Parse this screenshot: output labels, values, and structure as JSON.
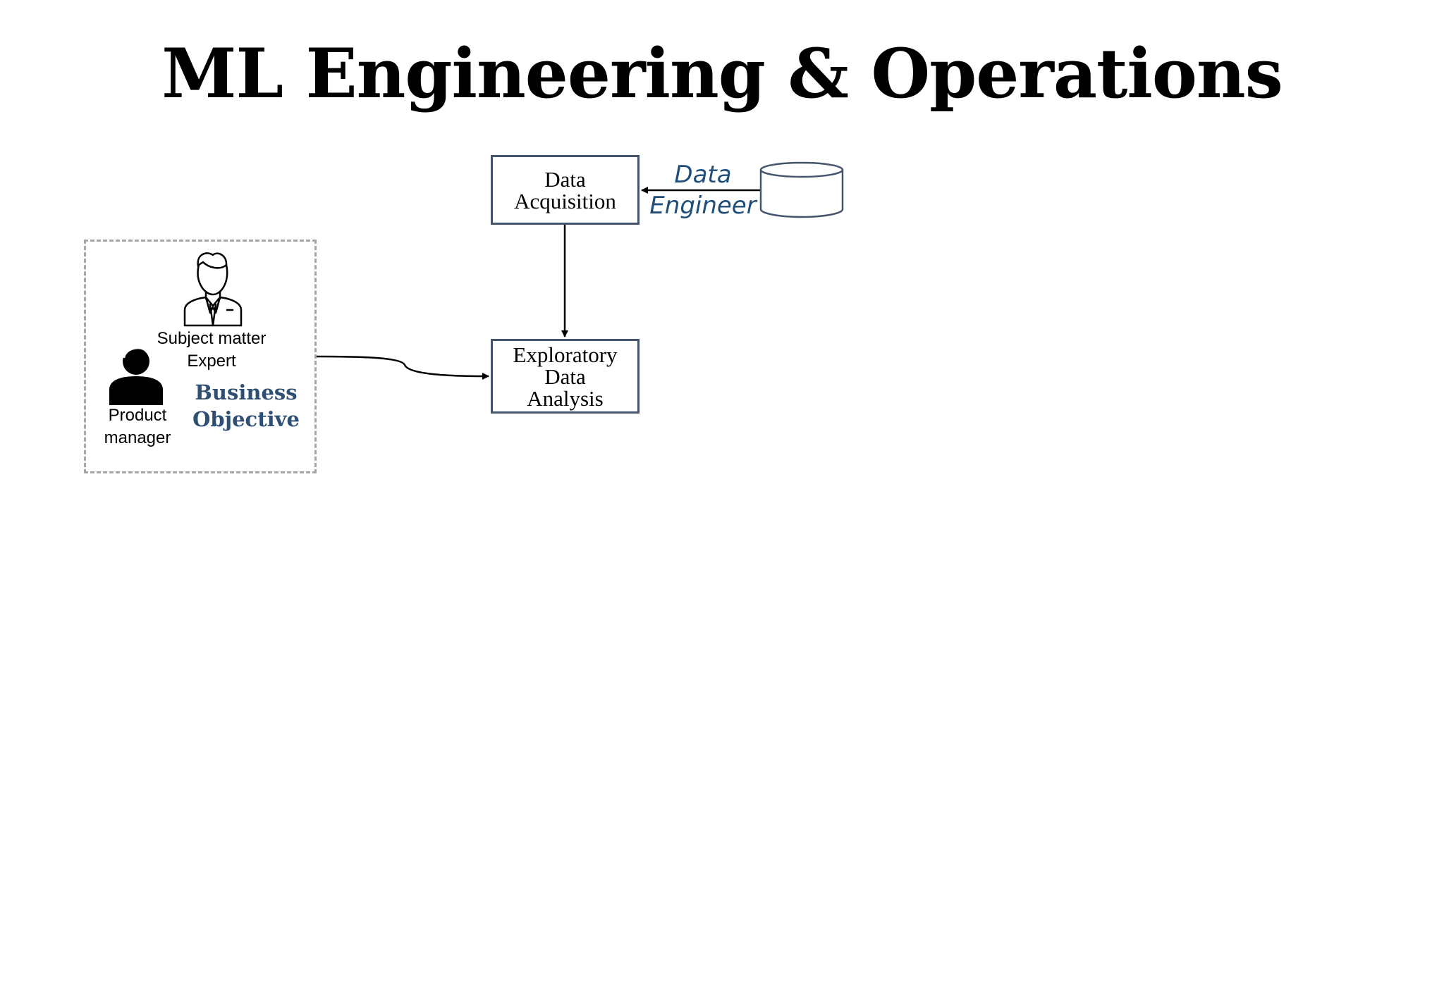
{
  "title": "ML Engineering & Operations",
  "nodes": {
    "data_acquisition": "Data\nAcquisition",
    "eda": "Exploratory\nData\nAnalysis"
  },
  "stakeholders": {
    "subject_matter_expert": "Subject matter\nExpert",
    "product_manager": "Product\nmanager",
    "business_objective": "Business\nObjective"
  },
  "data_source": {
    "role": "Data\nEngineer",
    "icon": "database-icon"
  },
  "colors": {
    "box_border": "#44546a",
    "objective_text": "#2e4f73",
    "engineer_text": "#1f4e79",
    "dashed_border": "#a6a6a6"
  }
}
